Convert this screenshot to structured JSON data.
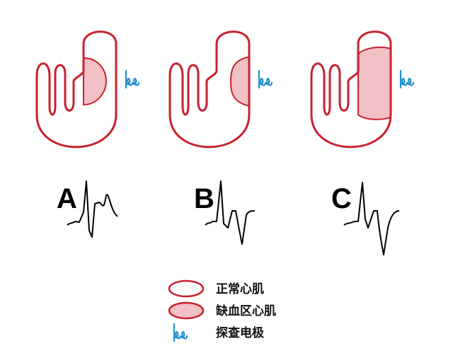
{
  "colors": {
    "myocardium_stroke": "#c8202c",
    "ischemic_fill": "#f6c9cd",
    "electrode": "#1f8fd1",
    "ecg_trace": "#000000"
  },
  "panels": [
    {
      "letter": "A",
      "ischemia_extent": "subendocardial",
      "ecg_pattern": "tall-t-wave"
    },
    {
      "letter": "B",
      "ischemia_extent": "subepicardial",
      "ecg_pattern": "inverted-t-wave"
    },
    {
      "letter": "C",
      "ischemia_extent": "transmural",
      "ecg_pattern": "deep-inverted-t-wave"
    }
  ],
  "legend": {
    "items": [
      {
        "icon": "normal-myocardium-swatch",
        "label": "正常心肌"
      },
      {
        "icon": "ischemic-myocardium-swatch",
        "label": "缺血区心肌"
      },
      {
        "icon": "electrode-icon",
        "label": "探查电极"
      }
    ]
  }
}
